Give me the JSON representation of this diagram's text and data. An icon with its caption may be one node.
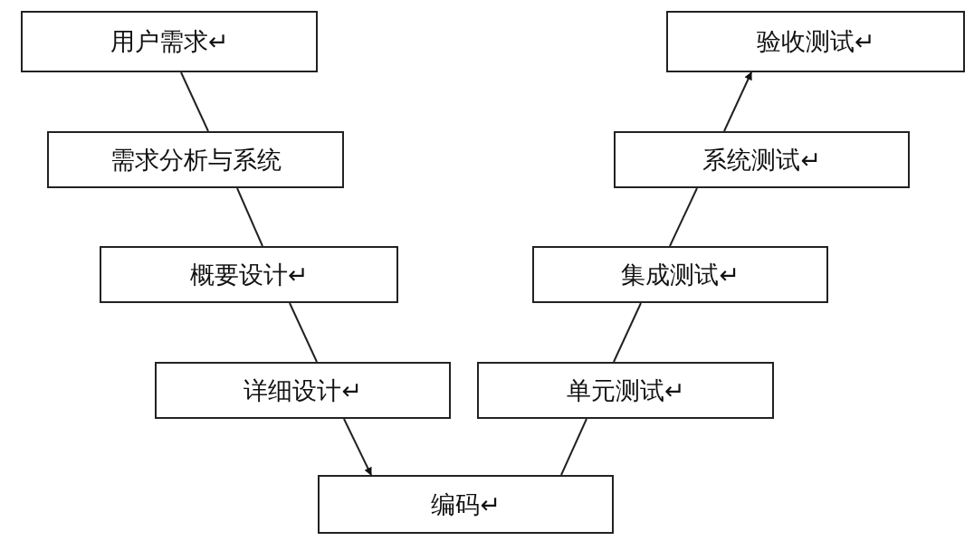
{
  "diagram": {
    "nodes": [
      {
        "text": [
          "用户需求↵"
        ]
      },
      {
        "text": [
          "需求分析与系统"
        ]
      },
      {
        "text": [
          "概要设计↵"
        ]
      },
      {
        "text": [
          "详细设计↵"
        ]
      },
      {
        "text": [
          "编码↵"
        ]
      },
      {
        "text": [
          "单元测试↵"
        ]
      },
      {
        "text": [
          "集成测试↵"
        ]
      },
      {
        "text": [
          "系统测试↵"
        ]
      },
      {
        "text": [
          "验收测试↵"
        ]
      }
    ],
    "edges": [
      {
        "from": 0,
        "to": 1,
        "arrow": "none"
      },
      {
        "from": 1,
        "to": 2,
        "arrow": "none"
      },
      {
        "from": 2,
        "to": 3,
        "arrow": "none"
      },
      {
        "from": 3,
        "to": 4,
        "arrow": "to"
      },
      {
        "from": 4,
        "to": 5,
        "arrow": "none"
      },
      {
        "from": 5,
        "to": 6,
        "arrow": "none"
      },
      {
        "from": 6,
        "to": 7,
        "arrow": "none"
      },
      {
        "from": 7,
        "to": 8,
        "arrow": "to"
      }
    ]
  }
}
